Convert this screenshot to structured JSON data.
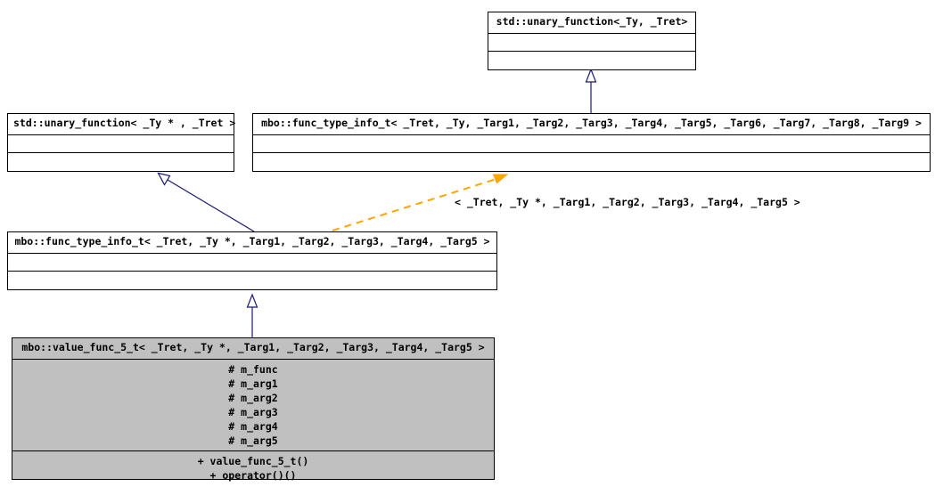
{
  "diagram": {
    "kind": "uml-class-diagram",
    "background": "#ffffff",
    "line_color": "#191970",
    "template_edge_color": "#ffa500",
    "filled_class_background": "#c0c0c0",
    "border_color": "#000000",
    "classes": [
      {
        "id": "std-unary-function-ty-tret",
        "title": "std::unary_function<_Ty, _Tret>",
        "attributes": [],
        "operations": [],
        "filled": false
      },
      {
        "id": "std-unary-function-typtr-tret",
        "title": "std::unary_function< _Ty * , _Tret >",
        "attributes": [],
        "operations": [],
        "filled": false
      },
      {
        "id": "mbo-func-type-info-t-9",
        "title": "mbo::func_type_info_t< _Tret, _Ty, _Targ1, _Targ2, _Targ3, _Targ4, _Targ5, _Targ6, _Targ7, _Targ8, _Targ9 >",
        "attributes": [],
        "operations": [],
        "filled": false
      },
      {
        "id": "mbo-func-type-info-t-5",
        "title": "mbo::func_type_info_t< _Tret, _Ty *, _Targ1, _Targ2, _Targ3, _Targ4, _Targ5 >",
        "attributes": [],
        "operations": [],
        "filled": false
      },
      {
        "id": "mbo-value-func-5-t",
        "title": "mbo::value_func_5_t< _Tret, _Ty *, _Targ1, _Targ2, _Targ3, _Targ4, _Targ5 >",
        "attributes": [
          "# m_func",
          "# m_arg1",
          "# m_arg2",
          "# m_arg3",
          "# m_arg4",
          "# m_arg5"
        ],
        "operations": [
          "+ value_func_5_t()",
          "+ operator()()"
        ],
        "filled": true
      }
    ],
    "edges": [
      {
        "id": "edge-inherit-9-from-std",
        "type": "inheritance",
        "style": "solid",
        "color": "#191970",
        "arrow": "hollow-triangle",
        "from": "mbo-func-type-info-t-9",
        "to": "std-unary-function-ty-tret",
        "label": ""
      },
      {
        "id": "edge-inherit-5-from-std-ptr",
        "type": "inheritance",
        "style": "solid",
        "color": "#191970",
        "arrow": "hollow-triangle",
        "from": "mbo-func-type-info-t-5",
        "to": "std-unary-function-typtr-tret",
        "label": ""
      },
      {
        "id": "edge-template-binding",
        "type": "template-binding",
        "style": "dashed",
        "color": "#ffa500",
        "arrow": "solid-triangle",
        "from": "mbo-func-type-info-t-5",
        "to": "mbo-func-type-info-t-9",
        "label": "< _Tret, _Ty *, _Targ1, _Targ2, _Targ3, _Targ4, _Targ5 >"
      },
      {
        "id": "edge-inherit-value-from-info-5",
        "type": "inheritance",
        "style": "solid",
        "color": "#191970",
        "arrow": "hollow-triangle",
        "from": "mbo-value-func-5-t",
        "to": "mbo-func-type-info-t-5",
        "label": ""
      }
    ]
  }
}
